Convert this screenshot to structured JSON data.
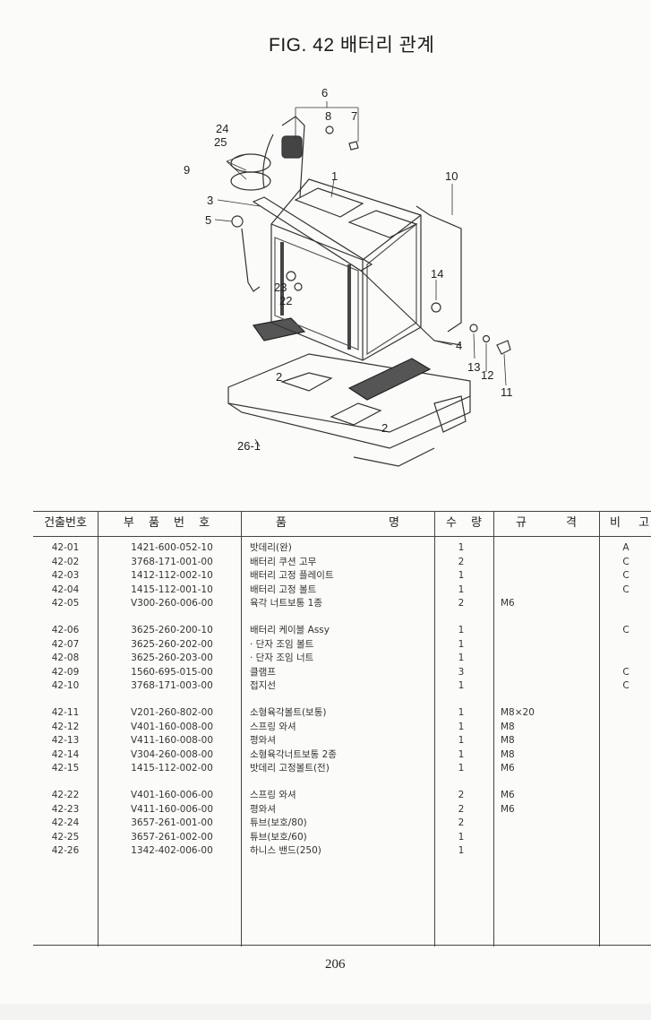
{
  "figure": {
    "title": "FIG. 42 배터리 관계",
    "callouts": [
      "6",
      "8",
      "7",
      "24",
      "25",
      "9",
      "1",
      "10",
      "3",
      "5",
      "23",
      "22",
      "14",
      "4",
      "2",
      "13",
      "12",
      "11",
      "2",
      "26-1"
    ]
  },
  "table": {
    "headers": [
      "건출번호",
      "부 품 번 호",
      "품 명",
      "수 량",
      "규 격",
      "비 고"
    ],
    "rows": [
      {
        "no": "42-01",
        "part": "1421-600-052-10",
        "name": "밧데리(완)",
        "qty": "1",
        "spec": "",
        "note": "A"
      },
      {
        "no": "42-02",
        "part": "3768-171-001-00",
        "name": "배터리 쿠션 고무",
        "qty": "2",
        "spec": "",
        "note": "C"
      },
      {
        "no": "42-03",
        "part": "1412-112-002-10",
        "name": "배터리 고정 플레이트",
        "qty": "1",
        "spec": "",
        "note": "C"
      },
      {
        "no": "42-04",
        "part": "1415-112-001-10",
        "name": "배터리 고정 볼트",
        "qty": "1",
        "spec": "",
        "note": "C"
      },
      {
        "no": "42-05",
        "part": "V300-260-006-00",
        "name": "육각 너트보통 1종",
        "qty": "2",
        "spec": "M6",
        "note": ""
      },
      {
        "no": "42-06",
        "part": "3625-260-200-10",
        "name": "배터리 케이블 Assy",
        "qty": "1",
        "spec": "",
        "note": "C"
      },
      {
        "no": "42-07",
        "part": "3625-260-202-00",
        "name": "· 단자 조임 볼트",
        "qty": "1",
        "spec": "",
        "note": ""
      },
      {
        "no": "42-08",
        "part": "3625-260-203-00",
        "name": "· 단자 조임 너트",
        "qty": "1",
        "spec": "",
        "note": ""
      },
      {
        "no": "42-09",
        "part": "1560-695-015-00",
        "name": "클램프",
        "qty": "3",
        "spec": "",
        "note": "C"
      },
      {
        "no": "42-10",
        "part": "3768-171-003-00",
        "name": "접지선",
        "qty": "1",
        "spec": "",
        "note": "C"
      },
      {
        "no": "42-11",
        "part": "V201-260-802-00",
        "name": "소형육각볼트(보통)",
        "qty": "1",
        "spec": "M8×20",
        "note": ""
      },
      {
        "no": "42-12",
        "part": "V401-160-008-00",
        "name": "스프링 와셔",
        "qty": "1",
        "spec": "M8",
        "note": ""
      },
      {
        "no": "42-13",
        "part": "V411-160-008-00",
        "name": "평와셔",
        "qty": "1",
        "spec": "M8",
        "note": ""
      },
      {
        "no": "42-14",
        "part": "V304-260-008-00",
        "name": "소형육각너트보통 2종",
        "qty": "1",
        "spec": "M8",
        "note": ""
      },
      {
        "no": "42-15",
        "part": "1415-112-002-00",
        "name": "밧데리 고정볼트(전)",
        "qty": "1",
        "spec": "M6",
        "note": ""
      },
      {
        "no": "42-22",
        "part": "V401-160-006-00",
        "name": "스프링 와셔",
        "qty": "2",
        "spec": "M6",
        "note": ""
      },
      {
        "no": "42-23",
        "part": "V411-160-006-00",
        "name": "평와셔",
        "qty": "2",
        "spec": "M6",
        "note": ""
      },
      {
        "no": "42-24",
        "part": "3657-261-001-00",
        "name": "튜브(보호/80)",
        "qty": "2",
        "spec": "",
        "note": ""
      },
      {
        "no": "42-25",
        "part": "3657-261-002-00",
        "name": "튜브(보호/60)",
        "qty": "1",
        "spec": "",
        "note": ""
      },
      {
        "no": "42-26",
        "part": "1342-402-006-00",
        "name": "하니스 밴드(250)",
        "qty": "1",
        "spec": "",
        "note": ""
      }
    ]
  },
  "page_number": "206"
}
